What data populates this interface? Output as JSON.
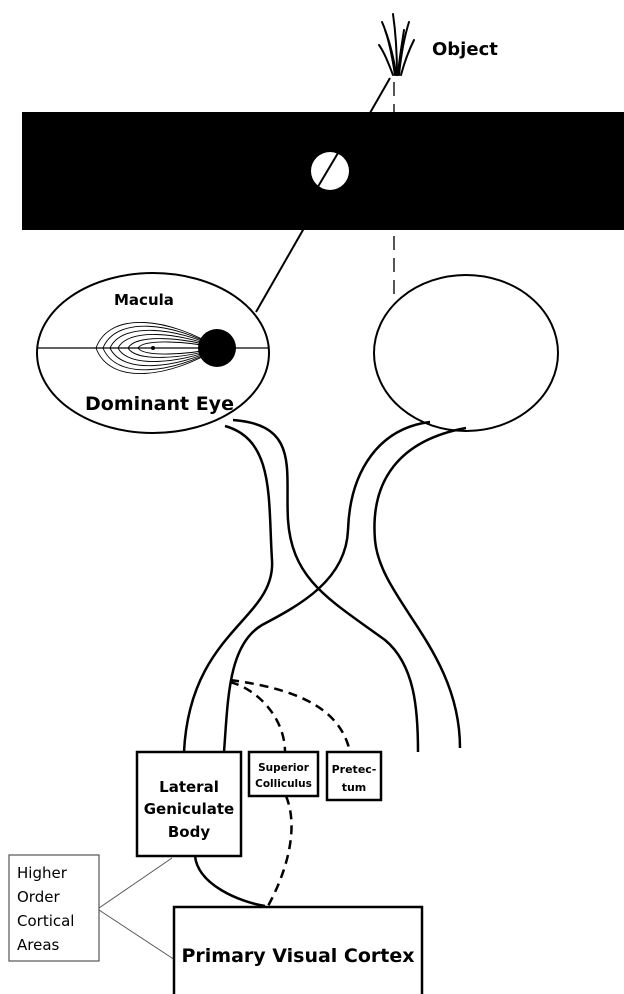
{
  "labels": {
    "object": "Object",
    "macula": "Macula",
    "dominant_eye": "Dominant Eye",
    "lgb_line1": "Lateral",
    "lgb_line2": "Geniculate",
    "lgb_line3": "Body",
    "sc_line1": "Superior",
    "sc_line2": "Colliculus",
    "pretectum_line1": "Pretec-",
    "pretectum_line2": "tum",
    "higher_line1": "Higher",
    "higher_line2": "Order",
    "higher_line3": "Cortical",
    "higher_line4": "Areas",
    "primary_cortex": "Primary Visual Cortex"
  },
  "colors": {
    "ink": "#000000",
    "background": "#ffffff",
    "connector_gray": "#555555"
  }
}
